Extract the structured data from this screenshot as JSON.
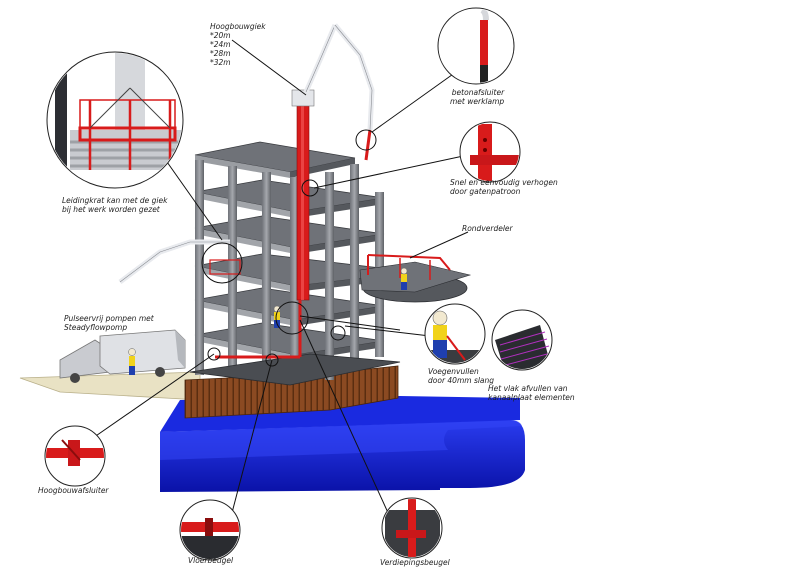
{
  "labels": {
    "hoogbouwgiek": {
      "title": "Hoogbouwgiek",
      "sizes": [
        "*20m",
        "*24m",
        "*28m",
        "*32m"
      ]
    },
    "betonafsluiter": [
      "betonafsluiter",
      "met werklamp"
    ],
    "verhogen": [
      "Snel en eenvoudig verhogen",
      "door gatenpatroon"
    ],
    "leidingkrat": [
      "Leidingkrat kan met de giek",
      "bij het werk worden gezet"
    ],
    "rondverdeler": [
      "Rondverdeler"
    ],
    "pompen": [
      "Pulseervrij pompen met",
      "Steadyflowpomp"
    ],
    "voegenvullen": [
      "Voegenvullen",
      "door 40mm slang"
    ],
    "kanaalplaat": [
      "Het vlak afvullen van",
      "kanaalplaat elementen"
    ],
    "hoogbouwafsluiter": [
      "Hoogbouwafsluiter"
    ],
    "vloerbeugel": [
      "Vloerbeugel"
    ],
    "verdiepingsbeugel": [
      "Verdiepingsbeugel"
    ]
  },
  "colors": {
    "pipe": "#d81b1b",
    "frame": "#8a8d93",
    "water": "#0f1fd0",
    "wood": "#8b4a22",
    "ground": "#e9e2c4"
  }
}
